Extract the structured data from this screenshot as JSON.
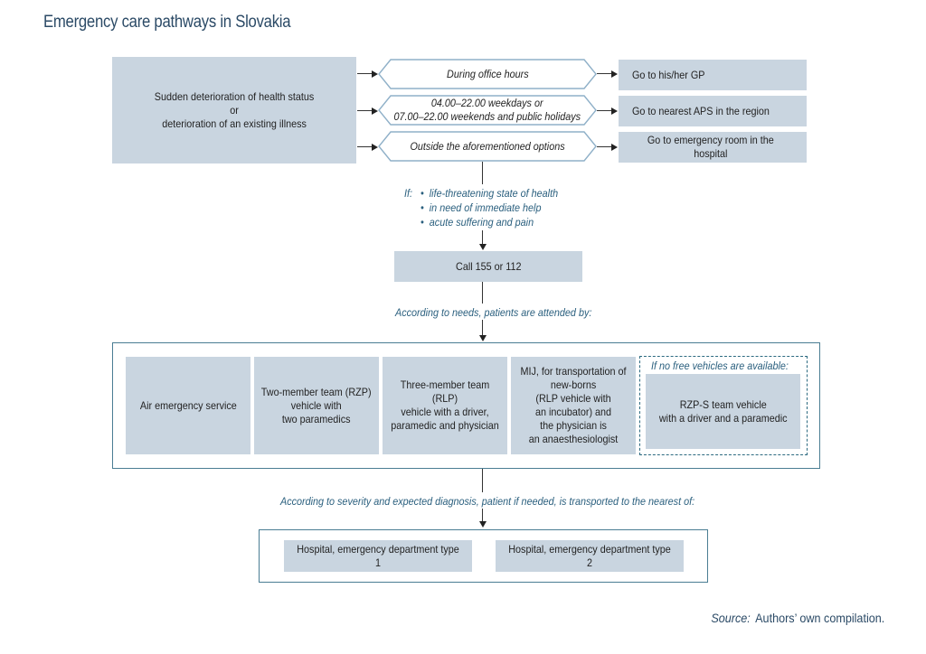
{
  "title": "Emergency care pathways in Slovakia",
  "start": {
    "line1": "Sudden deterioration of health status",
    "line2": "or",
    "line3": "deterioration of an existing illness"
  },
  "conditions": [
    {
      "lines": [
        "During office hours"
      ]
    },
    {
      "lines": [
        "04.00–22.00 weekdays or",
        "07.00–22.00 weekends and public holidays"
      ]
    },
    {
      "lines": [
        "Outside the aforementioned options"
      ]
    }
  ],
  "destinations": [
    {
      "label": "Go to his/her GP"
    },
    {
      "label": "Go to nearest APS in the region"
    },
    {
      "label": "Go to emergency room in the hospital"
    }
  ],
  "criteria": {
    "prefix": "If:",
    "items": [
      "life-threatening state of health",
      "in need of immediate help",
      "acute suffering and pain"
    ]
  },
  "call": "Call 155 or 112",
  "attended_note": "According to needs, patients are attended by:",
  "services": [
    {
      "lines": [
        "Air emergency service"
      ]
    },
    {
      "lines": [
        "Two-member team (RZP)",
        "vehicle with",
        "two paramedics"
      ]
    },
    {
      "lines": [
        "Three-member team (RLP)",
        "vehicle with a driver,",
        "paramedic and physician"
      ]
    },
    {
      "lines": [
        "MIJ, for transportation of",
        "new-borns",
        "(RLP vehicle with",
        "an incubator) and",
        "the physician is",
        "an anaesthesiologist"
      ]
    }
  ],
  "fallback": {
    "note": "If no free vehicles are available:",
    "lines": [
      "RZP-S team vehicle",
      "with a driver and a paramedic"
    ]
  },
  "transport_note": "According to severity and expected diagnosis, patient if needed, is transported to the nearest of:",
  "hospitals": [
    {
      "label": "Hospital, emergency department type 1"
    },
    {
      "label": "Hospital, emergency department type 2"
    }
  ],
  "source": {
    "label": "Source:",
    "text": "Authors’ own compilation."
  },
  "colors": {
    "box_fill": "#c9d5e0",
    "frame": "#4a7d93",
    "note_text": "#2a5f7e",
    "title_text": "#2b4a66"
  }
}
